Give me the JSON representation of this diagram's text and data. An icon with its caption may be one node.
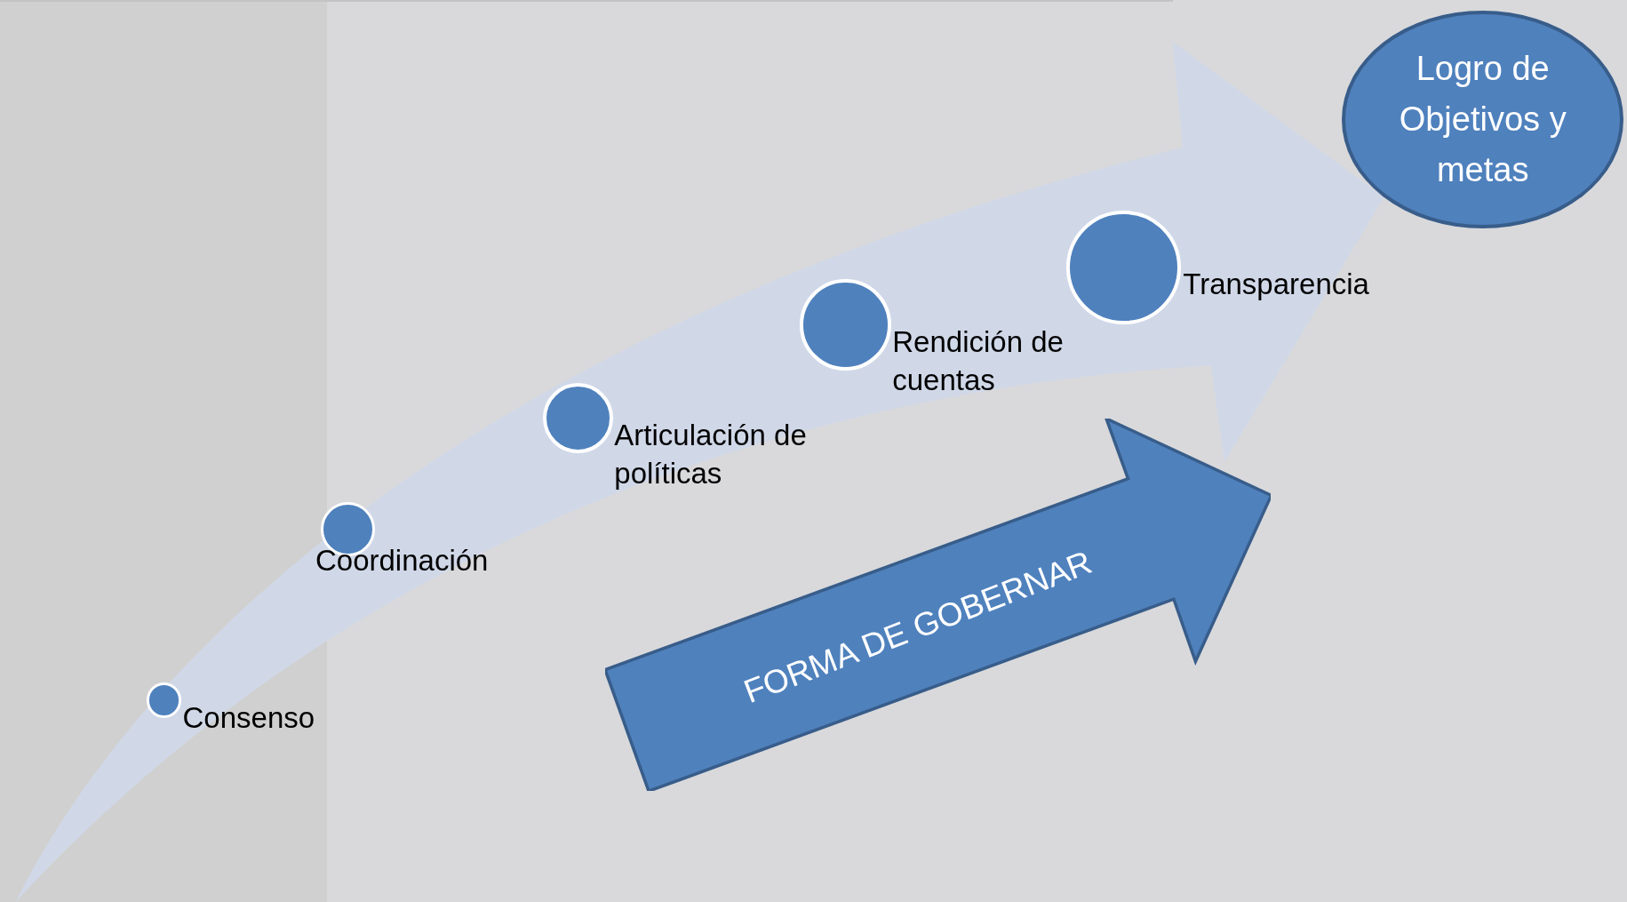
{
  "diagram": {
    "nodes": [
      {
        "text": [],
        "shape": "circle",
        "beside": [
          "Consenso"
        ]
      },
      {
        "text": [],
        "shape": "circle",
        "beside": [
          "Coordinación"
        ]
      },
      {
        "text": [],
        "shape": "circle",
        "beside": [
          "Articulación de políticas"
        ]
      },
      {
        "text": [],
        "shape": "circle",
        "beside": [
          "Rendición de cuentas"
        ]
      },
      {
        "text": [],
        "shape": "circle",
        "beside": [
          "Transparencia"
        ]
      },
      {
        "text": [
          "Logro de Objetivos y metas"
        ]
      },
      {
        "text": [
          "FORMA DE GOBERNAR"
        ]
      }
    ],
    "edges": [
      {
        "from": null,
        "to": 5,
        "arrow": "to",
        "style": "thick"
      }
    ]
  }
}
